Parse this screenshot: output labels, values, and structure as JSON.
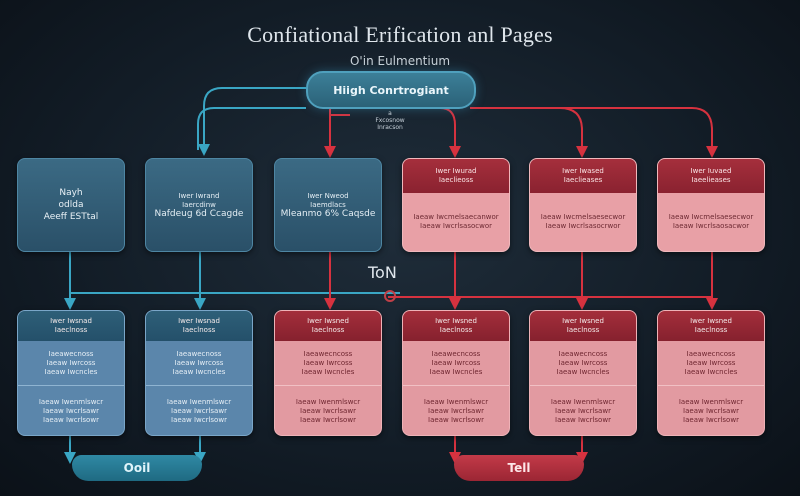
{
  "title": "Confiational Erification anl Pages",
  "subtitle": "O'in Eulmentium",
  "root": {
    "label": "Hiigh Conrtrogiant",
    "note": [
      "a",
      "Fxcosnow",
      "Inracson"
    ]
  },
  "mid_label": "ToN",
  "top_row": [
    {
      "color": "teal",
      "style": "big",
      "lines": [
        "Nayh",
        "odlda",
        "Aeeff ESTtal"
      ]
    },
    {
      "color": "teal",
      "lines": [
        "Iwer Iwrand",
        "Iaercdinw",
        "Nafdeug 6d Ccagde"
      ]
    },
    {
      "color": "teal",
      "lines": [
        "Iwer Nweod",
        "Iaemdlacs",
        "Mleanmo 6% Caqsde"
      ]
    },
    {
      "color": "red",
      "head": [
        "Iwer Iwurad",
        "Iaeclieoss"
      ],
      "body": [
        "Iaeaw Iwcmelsaecanwor",
        "Iaeaw Iwcrlsasocwor"
      ]
    },
    {
      "color": "red",
      "head": [
        "Iwer Iwased",
        "Iaeclieases"
      ],
      "body": [
        "Iaeaw Iwcmelsaesecwor",
        "Iaeaw Iwcrlsasocrwor"
      ]
    },
    {
      "color": "red",
      "head": [
        "Iwer Iuvaed",
        "Iaeelieases"
      ],
      "body": [
        "Iaeaw Iwcmelsaesecwor",
        "Iaeaw Iwcrlsaosacwor"
      ]
    }
  ],
  "bottom_row": [
    {
      "color": "teal",
      "head": [
        "Iwer Iwsnad",
        "Iaeclnoss"
      ],
      "body1": [
        "Iaeawecnoss",
        "Iaeaw Iwrcoss",
        "Iaeaw Iwcncles"
      ],
      "body2": [
        "Iaeaw Iwenmlswcr",
        "Iaeaw Iwcrlsawr",
        "Iaeaw Iwcrlsowr"
      ]
    },
    {
      "color": "teal",
      "head": [
        "Iwer Iwsnad",
        "Iaeclnoss"
      ],
      "body1": [
        "Iaeawecnoss",
        "Iaeaw Iwrcoss",
        "Iaeaw Iwcncles"
      ],
      "body2": [
        "Iaeaw Iwenmlswcr",
        "Iaeaw Iwcrlsawr",
        "Iaeaw Iwcrlsowr"
      ]
    },
    {
      "color": "red",
      "head": [
        "Iwer Iwsned",
        "Iaeclnoss"
      ],
      "body1": [
        "Iaeawecncoss",
        "Iaeaw Iwrcoss",
        "Iaeaw Iwcncles"
      ],
      "body2": [
        "Iaeaw Iwenmlswcr",
        "Iaeaw Iwcrlsawr",
        "Iaeaw Iwcrlsowr"
      ]
    },
    {
      "color": "red",
      "head": [
        "Iwer Iwsned",
        "Iaeclnoss"
      ],
      "body1": [
        "Iaeawecncoss",
        "Iaeaw Iwrcoss",
        "Iaeaw Iwcncles"
      ],
      "body2": [
        "Iaeaw Iwenmlswcr",
        "Iaeaw Iwcrlsawr",
        "Iaeaw Iwcrlsowr"
      ]
    },
    {
      "color": "red",
      "head": [
        "Iwer Iwsned",
        "Iaeclnoss"
      ],
      "body1": [
        "Iaeawecncoss",
        "Iaeaw Iwrcoss",
        "Iaeaw Iwcncles"
      ],
      "body2": [
        "Iaeaw Iwenmlswcr",
        "Iaeaw Iwcrlsawr",
        "Iaeaw Iwcrlsowr"
      ]
    },
    {
      "color": "red",
      "head": [
        "Iwer Iwsned",
        "Iaeclnoss"
      ],
      "body1": [
        "Iaeawecncoss",
        "Iaeaw Iwrcoss",
        "Iaeaw Iwcncles"
      ],
      "body2": [
        "Iaeaw Iwenmlswcr",
        "Iaeaw Iwcrlsawr",
        "Iaeaw Iwcrlsowr"
      ]
    }
  ],
  "outputs": [
    {
      "label": "Ooil",
      "color": "teal"
    },
    {
      "label": "Tell",
      "color": "red"
    }
  ],
  "colors": {
    "teal": "#3aa6c4",
    "red": "#d6323f",
    "teal_box": "#2f5a74",
    "red_box": "#e8a0a6"
  }
}
